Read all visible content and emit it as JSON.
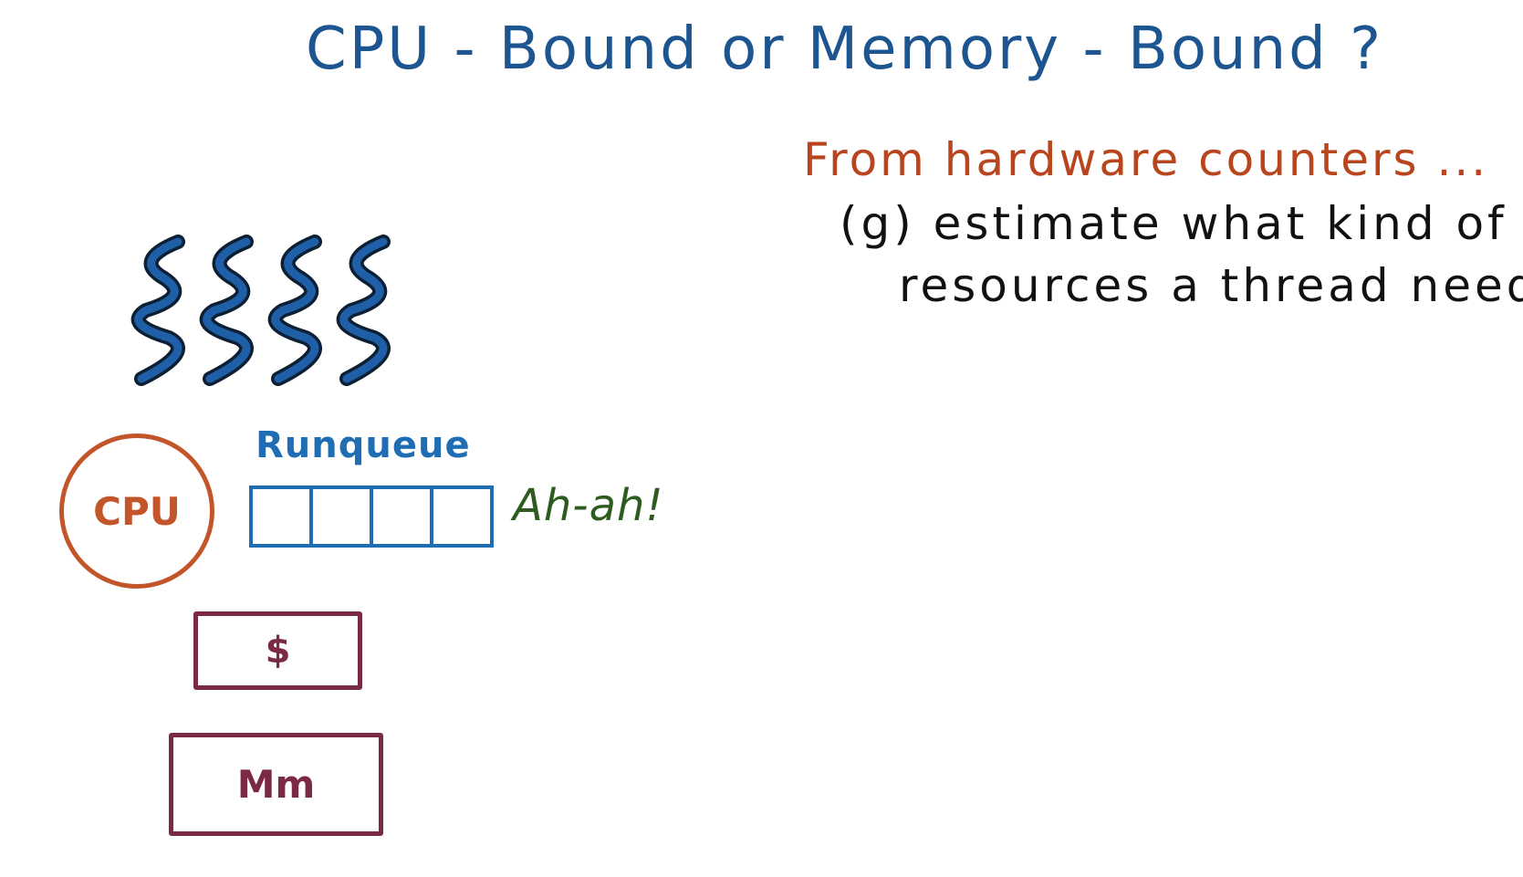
{
  "title": "CPU - Bound or Memory - Bound ?",
  "notes": {
    "heading": "From hardware counters ...",
    "line1": "(g) estimate what kind of",
    "line2": "resources a thread needs."
  },
  "diagram": {
    "threads_icon": "squiggle-thread-icon",
    "thread_count": 4,
    "runqueue_label": "Runqueue",
    "runqueue_slots": 4,
    "exclamation": "Ah-ah!",
    "cpu_label": "CPU",
    "cache_label": "$",
    "memory_label": "Mm"
  },
  "colors": {
    "title": "#1d5590",
    "heading": "#b8451d",
    "notes": "#111111",
    "runqueue": "#1f6db3",
    "exclamation": "#2e5b1f",
    "cpu": "#c2552a",
    "memory": "#7a2946",
    "thread_fill": "#1f5fa8",
    "thread_outline": "#0d1f33"
  }
}
